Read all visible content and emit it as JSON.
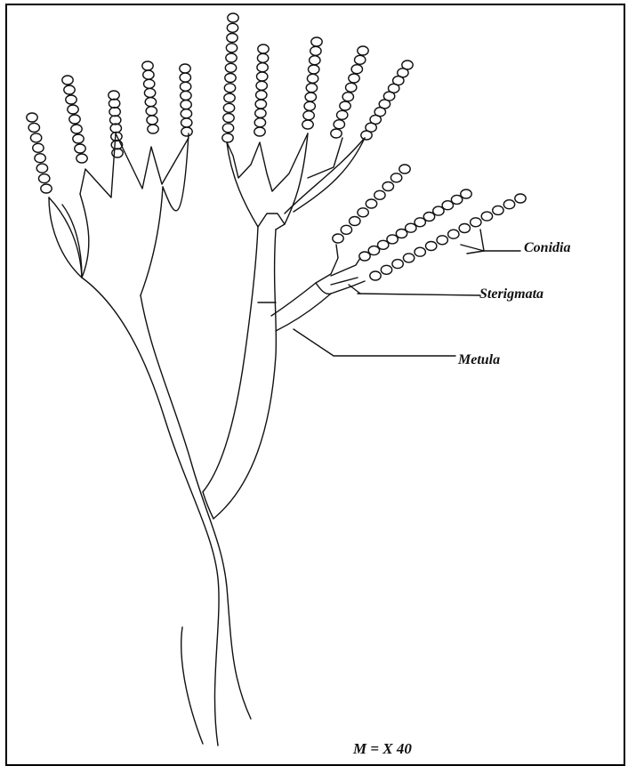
{
  "labels": {
    "conidia": "Conidia",
    "sterigmata": "Sterigmata",
    "metula": "Metula"
  },
  "magnification": "M  =  X 40",
  "colors": {
    "ink": "#111111",
    "background": "#ffffff"
  }
}
